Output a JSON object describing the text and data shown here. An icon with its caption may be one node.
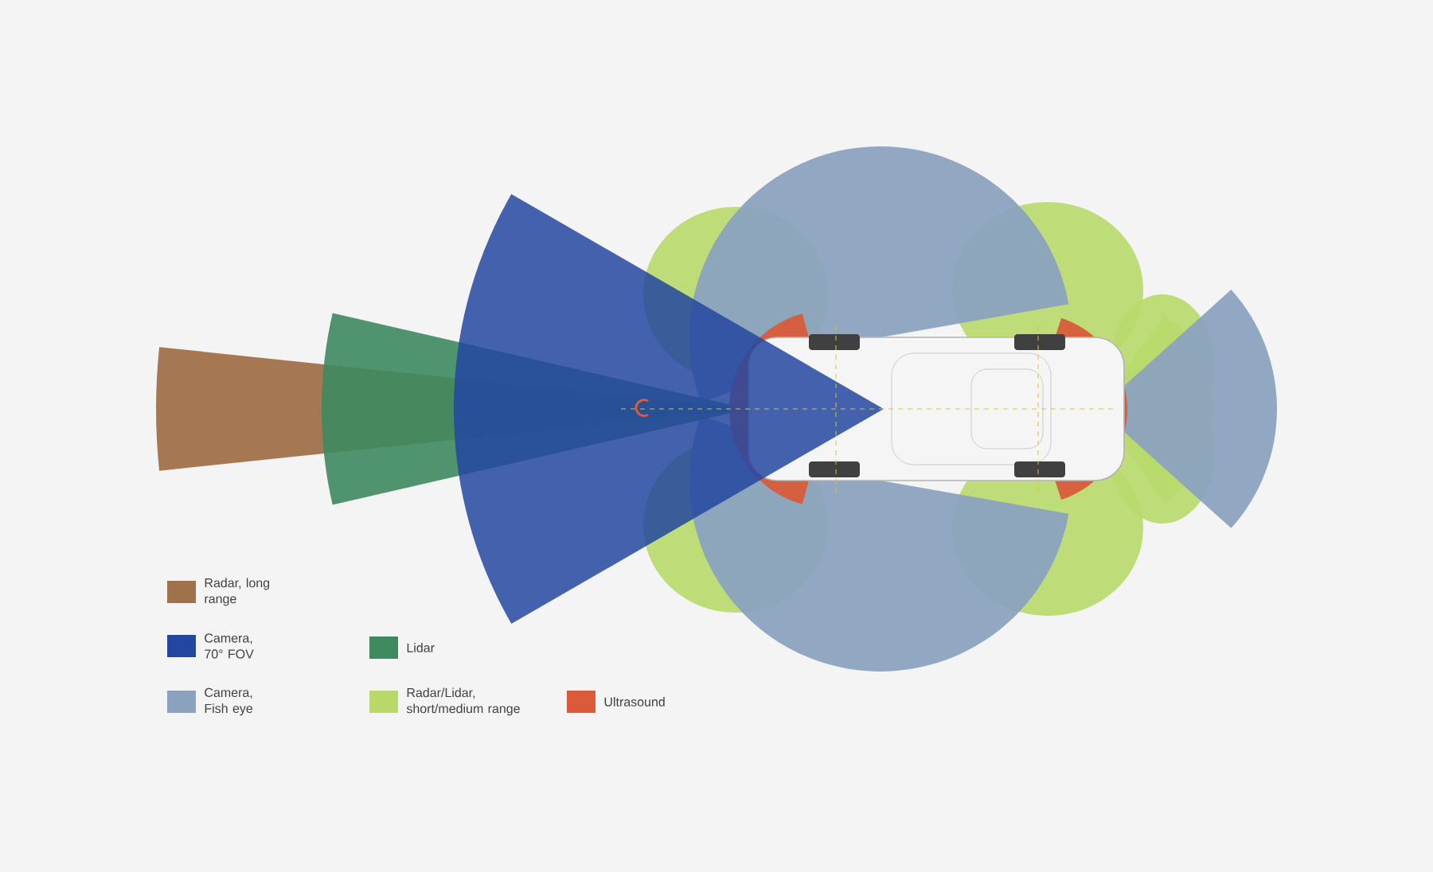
{
  "diagram": {
    "legend": [
      {
        "text": "Radar, long range",
        "color": "#a0714a"
      },
      {
        "text": "Camera, 70° FOV",
        "color": "#2347a0"
      },
      {
        "text": "Lidar",
        "color": "#3d8a5f"
      },
      {
        "text": "Camera, Fish eye",
        "color": "#8ba2bf"
      },
      {
        "text": "Radar/Lidar, short/medium range",
        "color": "#b8d96a"
      },
      {
        "text": "Ultrasound",
        "color": "#d95b3a"
      }
    ]
  }
}
